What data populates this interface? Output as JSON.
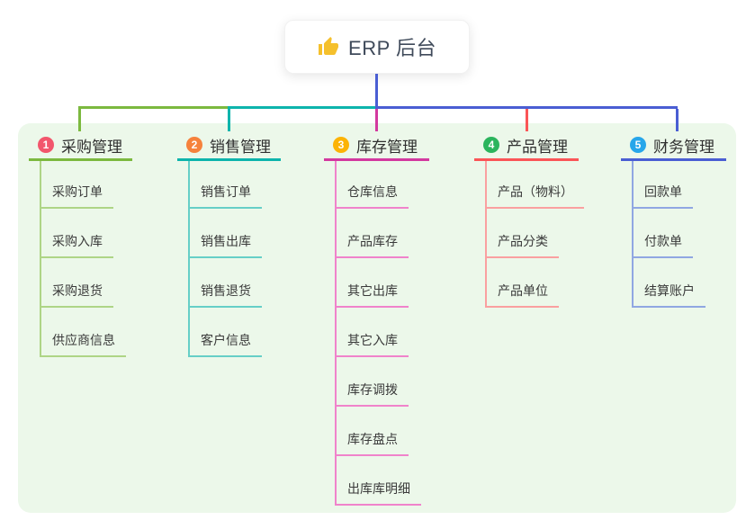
{
  "root": {
    "label": "ERP 后台",
    "icon": "thumbs-up-icon",
    "icon_color": "#f5c02c",
    "connector_color": "#4a5ed3"
  },
  "panel": {
    "background": "#ecf8ea"
  },
  "branches": [
    {
      "index": "1",
      "label": "采购管理",
      "badge_color": "#f2566c",
      "line_color": "#7cb93f",
      "child_line_color": "#aed586",
      "children": [
        "采购订单",
        "采购入库",
        "采购退货",
        "供应商信息"
      ]
    },
    {
      "index": "2",
      "label": "销售管理",
      "badge_color": "#f6823c",
      "line_color": "#0db4ac",
      "child_line_color": "#66cfc7",
      "children": [
        "销售订单",
        "销售出库",
        "销售退货",
        "客户信息"
      ]
    },
    {
      "index": "3",
      "label": "库存管理",
      "badge_color": "#fcb305",
      "line_color": "#d3399f",
      "child_line_color": "#f083cb",
      "children": [
        "仓库信息",
        "产品库存",
        "其它出库",
        "其它入库",
        "库存调拨",
        "库存盘点",
        "出库库明细"
      ]
    },
    {
      "index": "4",
      "label": "产品管理",
      "badge_color": "#2bb45d",
      "line_color": "#fa5557",
      "child_line_color": "#faa0a0",
      "children": [
        "产品（物料）",
        "产品分类",
        "产品单位"
      ]
    },
    {
      "index": "5",
      "label": "财务管理",
      "badge_color": "#27a6ea",
      "line_color": "#4a5ed3",
      "child_line_color": "#90a7e2",
      "children": [
        "回款单",
        "付款单",
        "结算账户"
      ]
    }
  ]
}
